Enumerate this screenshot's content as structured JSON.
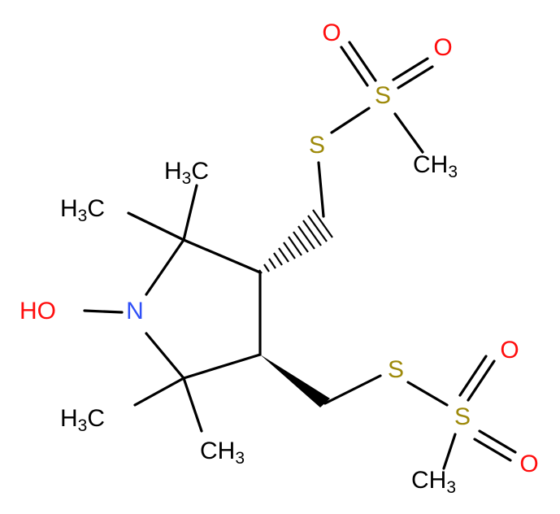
{
  "colors": {
    "bond": "#000000",
    "carbon": "#000000",
    "nitrogen": "#3050F8",
    "oxygen": "#FF0D0D",
    "sulfur": "#9E8A0B"
  },
  "atoms": {
    "oxygen_top_left": "O",
    "oxygen_top_right": "O",
    "sulfonyl_sulfur_top": "S",
    "thio_sulfur_top": "S",
    "methyl_top": "CH3",
    "methyl_upper_left_a": "H3C",
    "methyl_upper_left_b": "H3C",
    "hydroxyl": "HO",
    "ring_nitrogen": "N",
    "methyl_lower_left": "H3C",
    "methyl_lower_mid": "CH3",
    "thio_sulfur_bottom": "S",
    "sulfonyl_sulfur_bottom": "S",
    "oxygen_bottom_top": "O",
    "oxygen_bottom_low": "O",
    "methyl_bottom": "CH3"
  }
}
